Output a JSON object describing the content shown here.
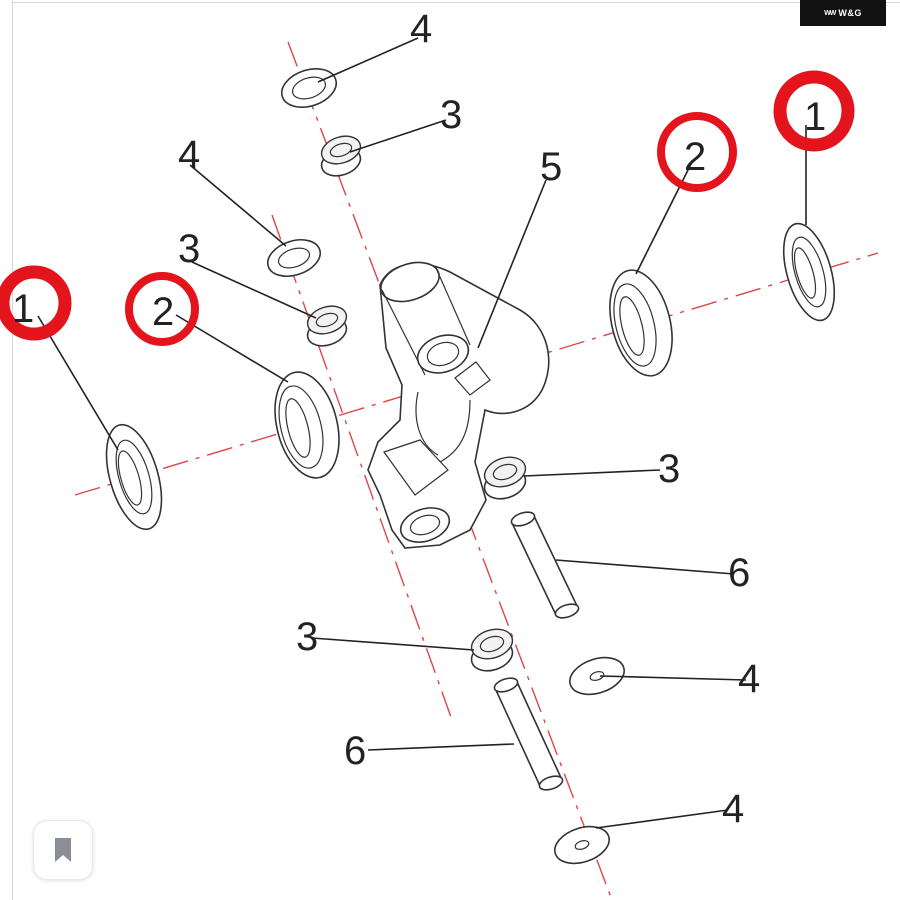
{
  "brand": {
    "text": "W&G",
    "mark": "WW",
    "logo_color": "#111111"
  },
  "colors": {
    "axis": "#e04545",
    "highlight": "#e4141c",
    "line": "#222222"
  },
  "callouts": {
    "c1": "1",
    "c2": "1",
    "c3": "2",
    "c4": "2",
    "c5": "4",
    "c6": "3",
    "c7": "4",
    "c8": "3",
    "c9": "5",
    "c10": "3",
    "c11": "6",
    "c12": "3",
    "c13": "4",
    "c14": "6",
    "c15": "4"
  },
  "bookmark": {
    "icon": "bookmark-icon"
  }
}
